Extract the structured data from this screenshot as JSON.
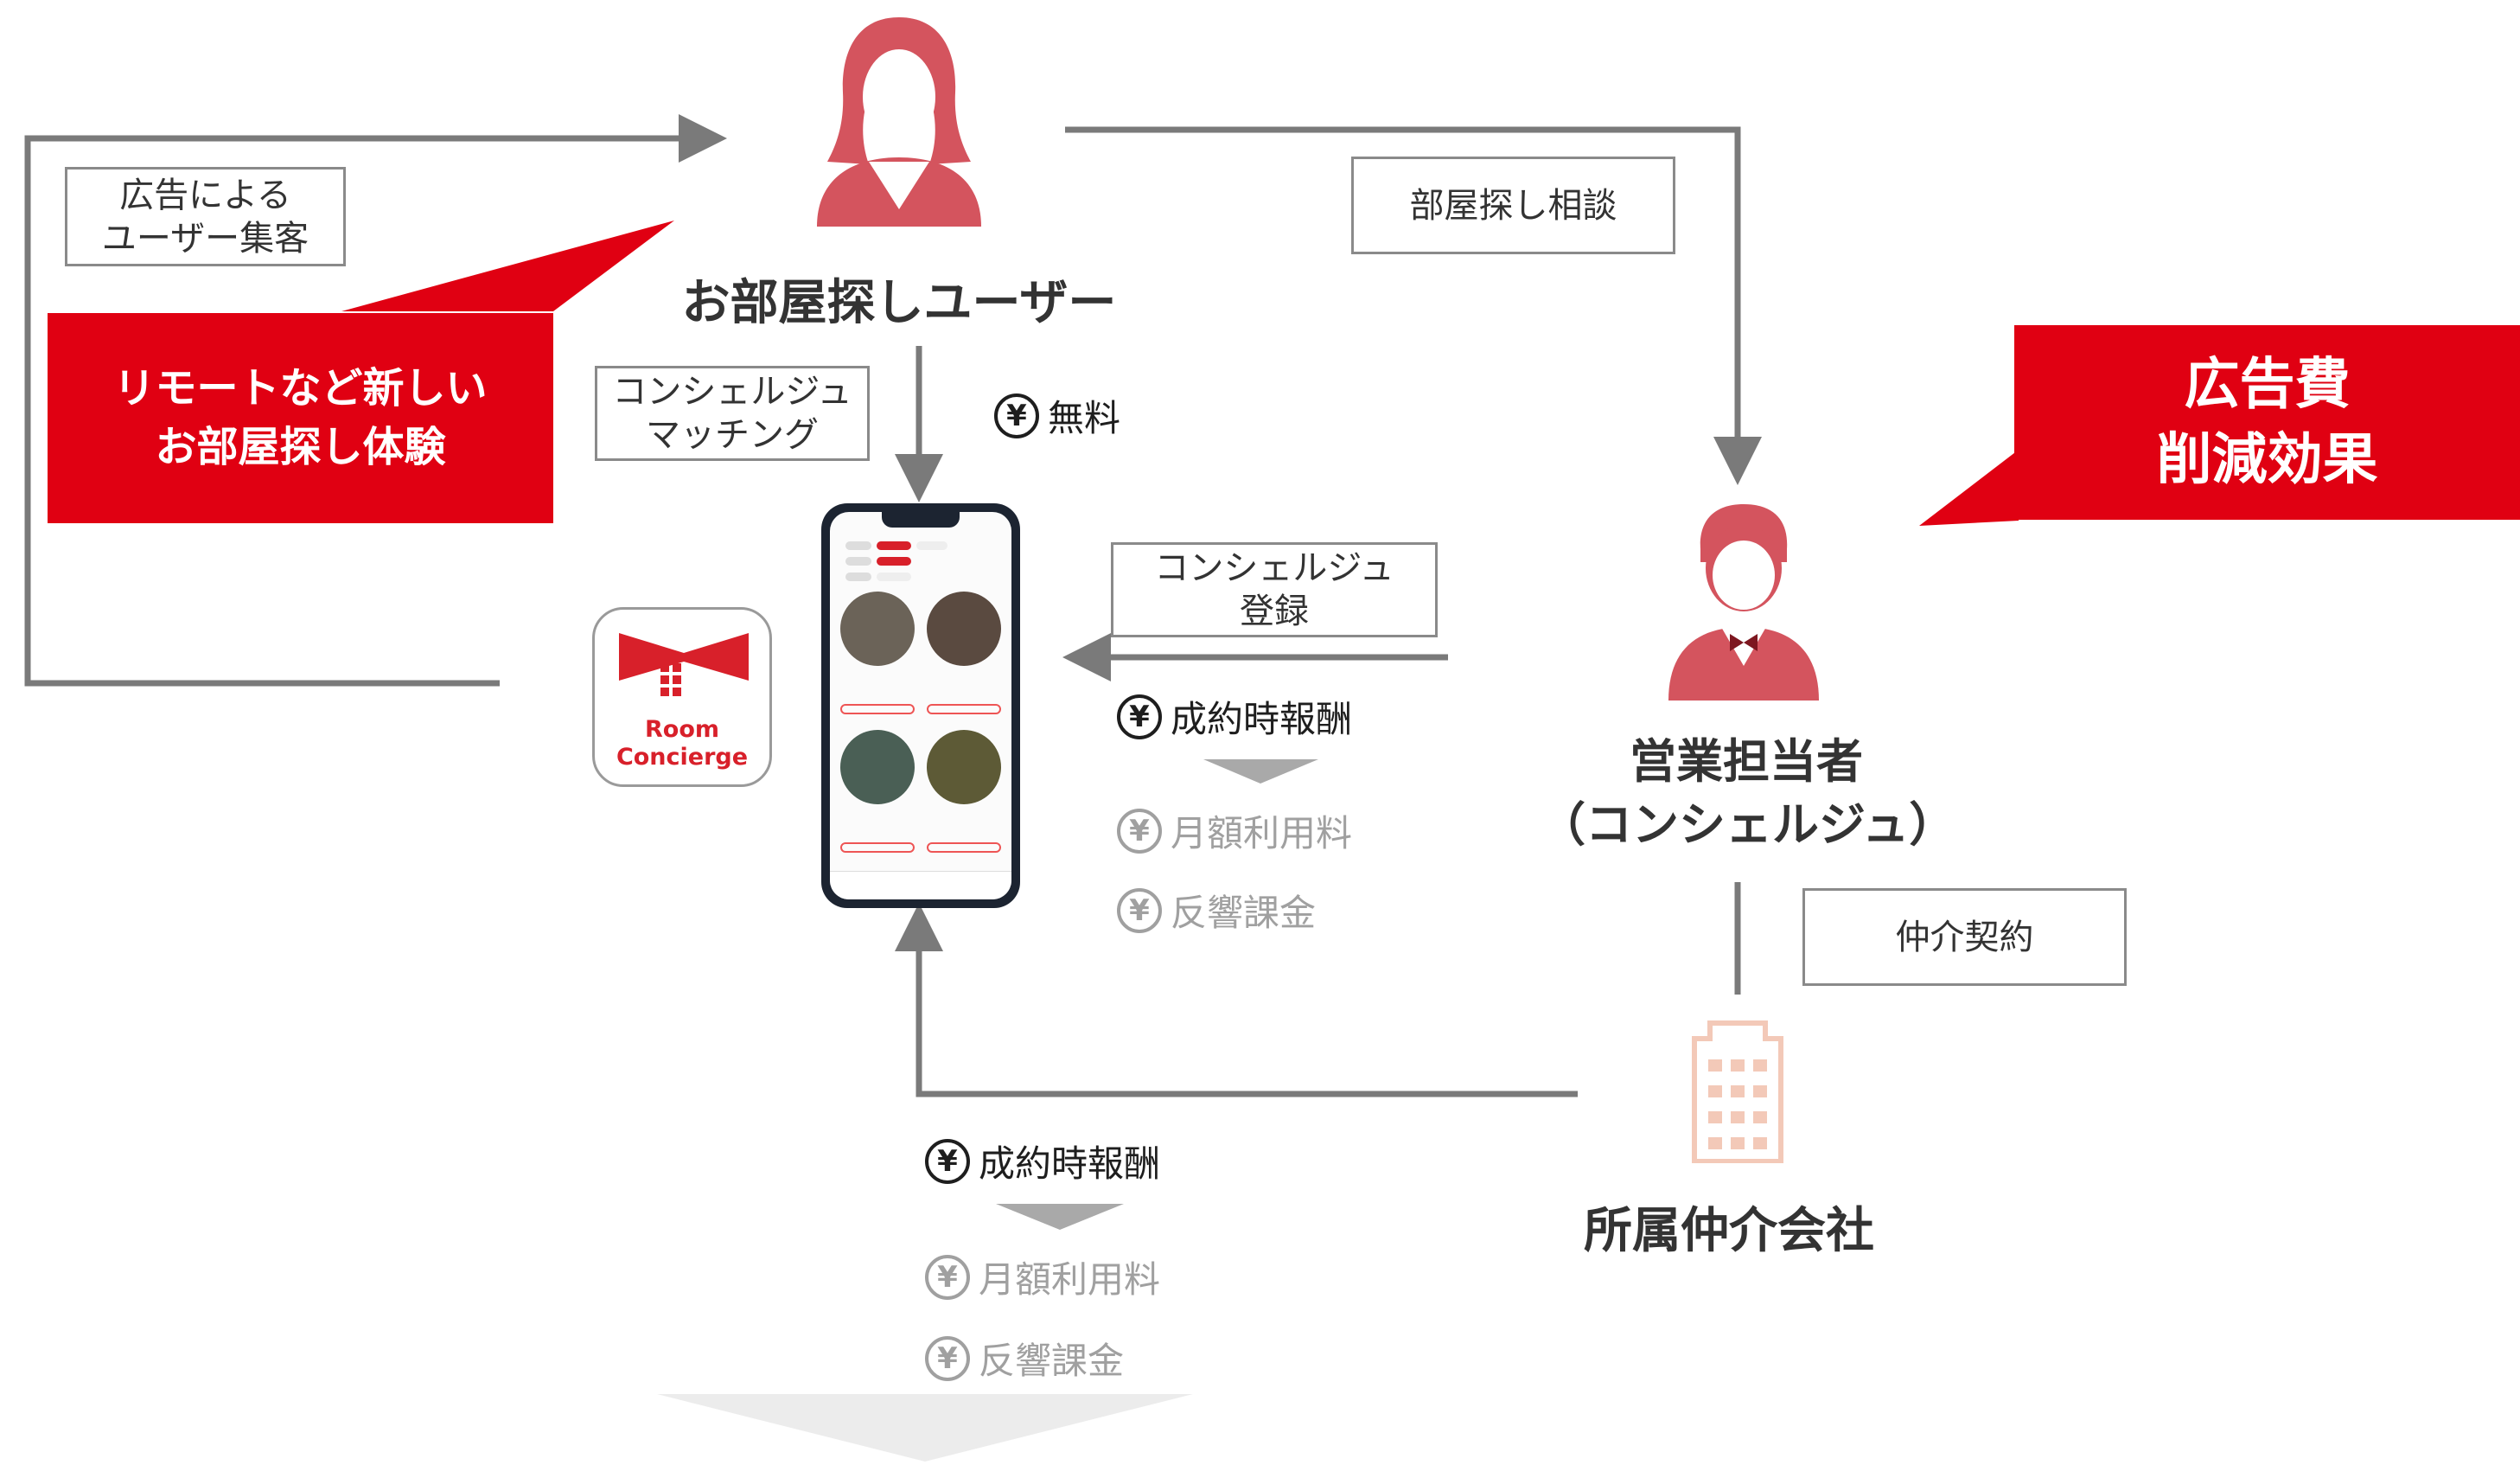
{
  "nodes": {
    "user_label": "お部屋探しユーザー",
    "agent_label": "営業担当者\n（コンシェルジュ）",
    "company_label": "所属仲介会社"
  },
  "boxes": {
    "ad_acquisition": "広告による\nユーザー集客",
    "room_consultation": "部屋探し相談",
    "concierge_matching": "コンシェルジュ\nマッチング",
    "concierge_registration": "コンシェルジュ\n登録",
    "brokerage_contract": "仲介契約"
  },
  "callouts": {
    "new_experience": "リモートなど新しい\nお部屋探し体験",
    "ad_cost_reduction": "広告費\n削減効果"
  },
  "fees": {
    "user_fee": "無料",
    "agent_fees": [
      "成約時報酬",
      "月額利用料",
      "反響課金"
    ],
    "company_fees": [
      "成約時報酬",
      "月額利用料",
      "反響課金"
    ]
  },
  "app": {
    "icon_text": "Room\nConcierge"
  },
  "colors": {
    "accent_red": "#e00012",
    "figure_red": "#d4545e",
    "line_gray": "#7a7a7a",
    "building_peach": "#f3c9b8"
  },
  "icons": [
    "woman-user-icon",
    "concierge-man-icon",
    "building-icon",
    "yen-circle-icon",
    "room-concierge-app-icon",
    "smartphone-mockup"
  ]
}
